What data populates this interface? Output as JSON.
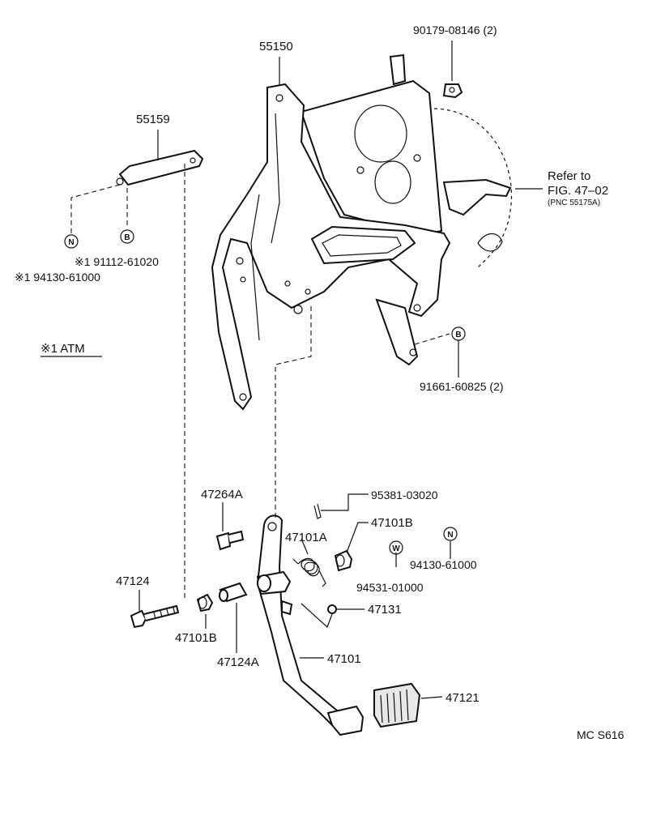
{
  "labels": {
    "p55150": "55150",
    "p90179": "90179-08146 (2)",
    "p55159": "55159",
    "refer1": "Refer to",
    "refer2": "FIG. 47–02",
    "refer3": "(PNC 55175A)",
    "p91112": "※1 91112-61020",
    "p94130a": "※1 94130-61000",
    "atm": "※1 ATM",
    "p91661": "91661-60825 (2)",
    "p47264a": "47264A",
    "p95381": "95381-03020",
    "p47101b_top": "47101B",
    "p47101a": "47101A",
    "p94130b": "94130-61000",
    "p94531": "94531-01000",
    "p47124": "47124",
    "p47131": "47131",
    "p47101b_bot": "47101B",
    "p47124a": "47124A",
    "p47101": "47101",
    "p47121": "47121",
    "ref_code": "MC S616"
  },
  "circles": {
    "n_left": "N",
    "b_left": "B",
    "b_right": "B",
    "w": "W",
    "n_right": "N"
  }
}
